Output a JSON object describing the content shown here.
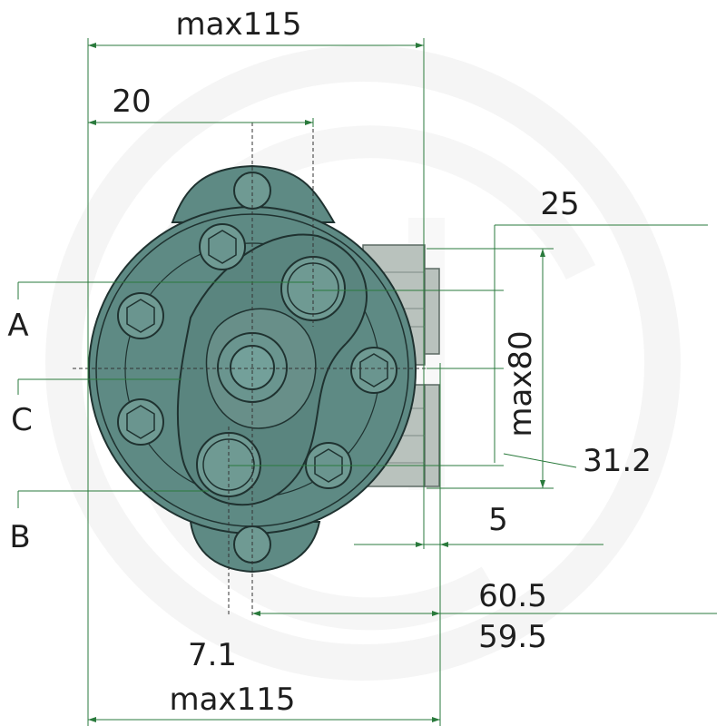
{
  "dimensions": {
    "top_width": "max115",
    "offset_20": "20",
    "port_25": "25",
    "height_80": "max80",
    "port_312": "31.2",
    "gap_5": "5",
    "depth_605": "60.5",
    "depth_595": "59.5",
    "offset_71": "7.1",
    "bottom_width": "max115"
  },
  "ports": {
    "a": "A",
    "b": "B",
    "c": "C"
  },
  "colors": {
    "dimension_line": "#2a7a3c",
    "body": "#5e8a84",
    "outline": "#1f3230",
    "flange": "#b9c2bd"
  }
}
